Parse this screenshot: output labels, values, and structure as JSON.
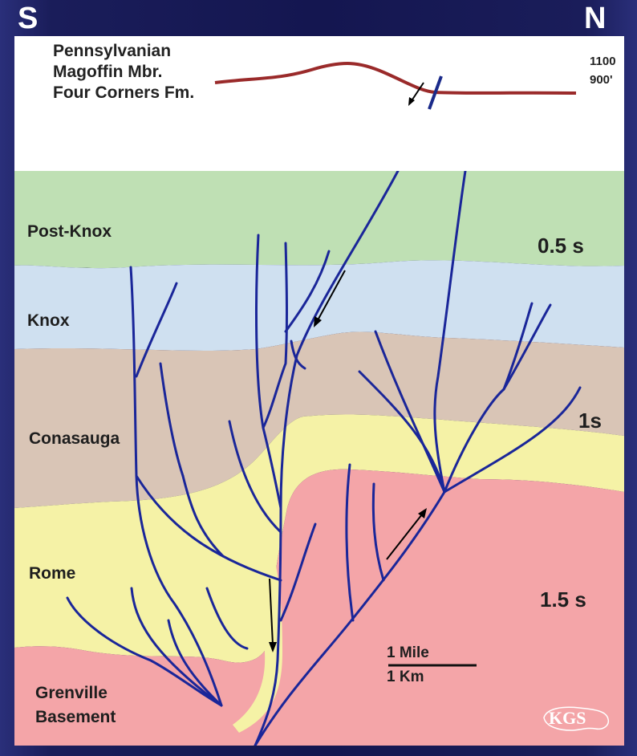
{
  "header": {
    "south": "S",
    "north": "N"
  },
  "top_section": {
    "labels": [
      "Pennsylvanian",
      "Magoffin Mbr.",
      "Four Corners Fm."
    ],
    "elevations": [
      "1100",
      "900'"
    ],
    "horizon_color": "#9a2a2a",
    "fault_color": "#1a2a8a"
  },
  "seismic_section": {
    "layers": [
      {
        "name": "Post-Knox",
        "color": "#bfe0b4"
      },
      {
        "name": "Knox",
        "color": "#cfe0f0"
      },
      {
        "name": "Conasauga",
        "color": "#d9c5b6"
      },
      {
        "name": "Rome",
        "color": "#f5f2a6"
      },
      {
        "name": "Grenville Basement",
        "color": "#f4a5a8"
      }
    ],
    "layer_label_lines": {
      "grenville": [
        "Grenville",
        "Basement"
      ]
    },
    "two_way_times": [
      "0.5 s",
      "1s",
      "1.5 s"
    ],
    "scale_bar": {
      "miles": "1 Mile",
      "km": "1 Km"
    },
    "fault_color": "#1a2699",
    "logo_text": "KGS"
  }
}
